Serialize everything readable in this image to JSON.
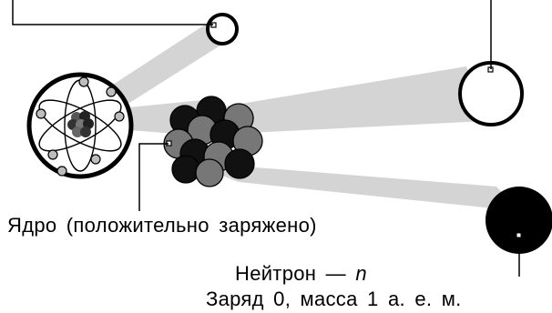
{
  "labels": {
    "nucleus": "Ядро (положительно заряжено)",
    "neutron_name": "Нейтрон — ",
    "neutron_symbol": "n",
    "neutron_desc": "Заряд 0, масса 1 а. е. м."
  },
  "colors": {
    "beam": "#d4d4d4",
    "proton": "#7a7a7a",
    "neutron": "#111111",
    "electron": "#bdbdbd",
    "line": "#000000"
  }
}
